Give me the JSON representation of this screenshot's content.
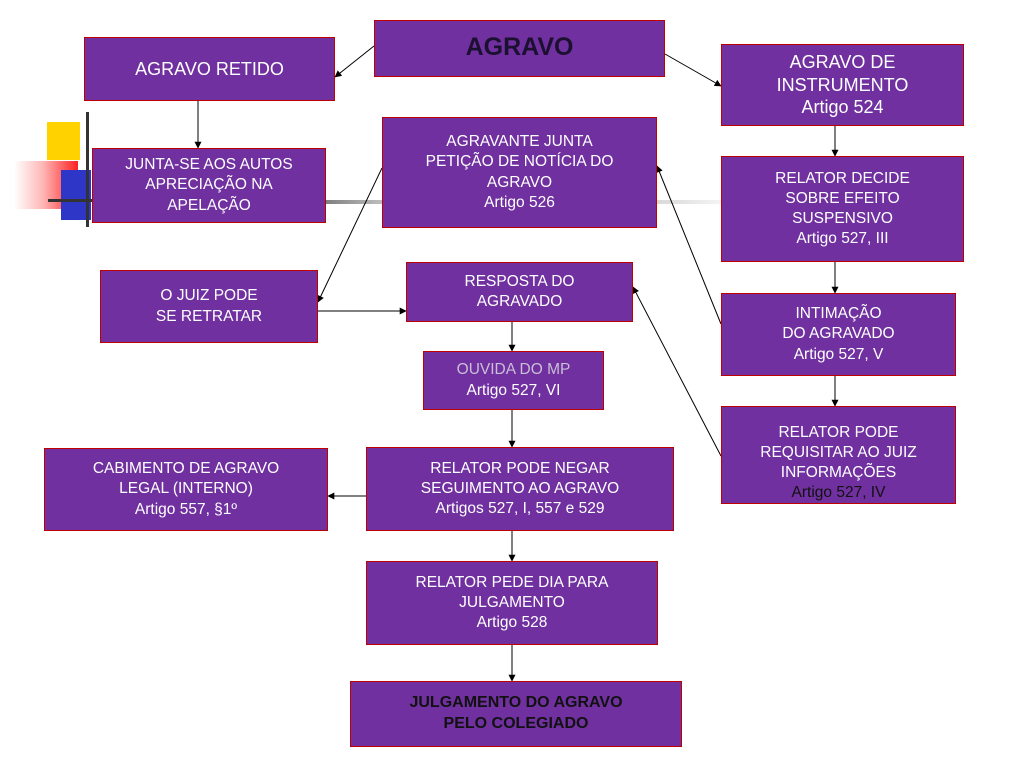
{
  "colors": {
    "box_fill": "#7030a0",
    "box_border": "#c00000",
    "box_text": "#ffffff",
    "title_text": "#1c1030",
    "arrow": "#000000"
  },
  "title": [
    "AGRAVO"
  ],
  "agravo_retido": [
    "AGRAVO RETIDO"
  ],
  "agravo_instrumento": [
    "AGRAVO DE",
    "INSTRUMENTO",
    "Artigo 524"
  ],
  "junta_autos": [
    "JUNTA-SE AOS AUTOS",
    "APRECIAÇÃO NA",
    "APELAÇÃO"
  ],
  "agravante_junta": [
    "AGRAVANTE JUNTA",
    "PETIÇÃO DE NOTÍCIA DO",
    "AGRAVO",
    "Artigo 526"
  ],
  "relator_decide": [
    "RELATOR DECIDE",
    "SOBRE EFEITO",
    "SUSPENSIVO",
    "Artigo 527, III"
  ],
  "juiz_retratar": [
    "O JUIZ PODE",
    "SE RETRATAR"
  ],
  "resposta_agravado": [
    "RESPOSTA DO",
    "AGRAVADO"
  ],
  "intimacao_agravado": [
    "INTIMAÇÃO",
    "DO AGRAVADO",
    "Artigo 527, V"
  ],
  "ouvida_mp": [
    "OUVIDA DO MP",
    "Artigo 527, VI"
  ],
  "relator_requisitar": [
    "RELATOR PODE",
    "REQUISITAR AO JUIZ",
    "INFORMAÇÕES",
    "Artigo 527, IV"
  ],
  "cabimento_agravo": [
    "CABIMENTO DE AGRAVO",
    "LEGAL  (INTERNO)",
    "Artigo 557, §1º"
  ],
  "relator_negar": [
    "RELATOR PODE NEGAR",
    "SEGUIMENTO  AO AGRAVO",
    "Artigos 527, I, 557 e 529"
  ],
  "relator_pede_dia": [
    "RELATOR PEDE DIA PARA",
    "JULGAMENTO",
    "Artigo 528"
  ],
  "julgamento_colegiado": [
    "JULGAMENTO DO AGRAVO",
    "PELO COLEGIADO"
  ]
}
